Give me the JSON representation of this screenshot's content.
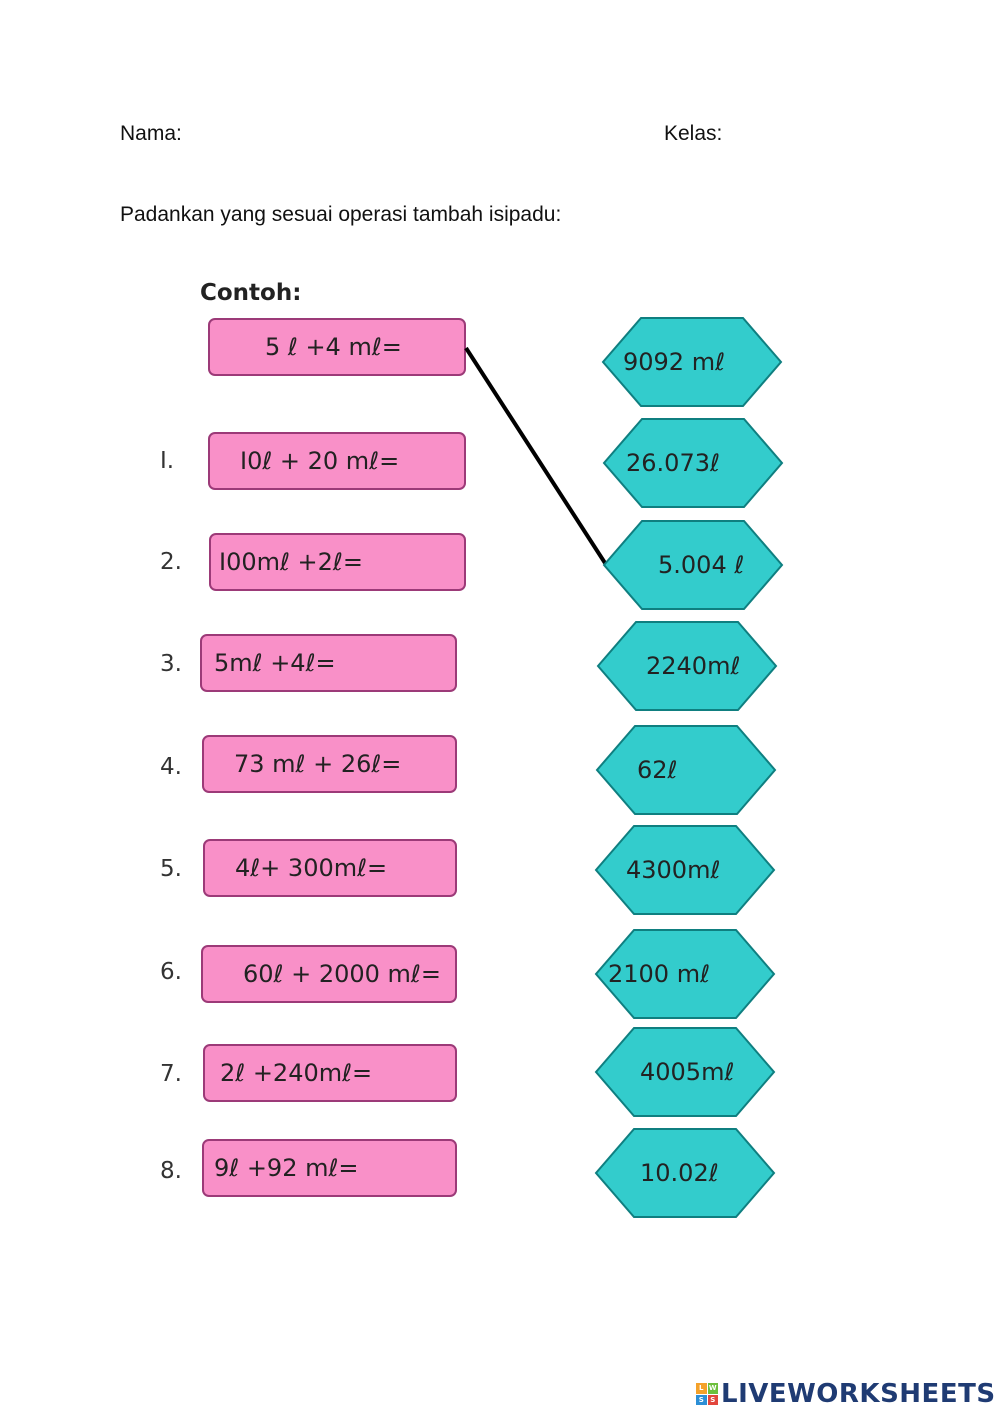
{
  "header": {
    "name_label": "Nama:",
    "class_label": "Kelas:"
  },
  "instruction": "Padankan yang sesuai operasi tambah isipadu:",
  "example_label": "Contoh:",
  "example_question": "5 ℓ +4 mℓ=",
  "questions": [
    {
      "number": "I.",
      "text": "I0ℓ + 20 mℓ="
    },
    {
      "number": "2.",
      "text": "I00mℓ +2ℓ="
    },
    {
      "number": "3.",
      "text": "5mℓ +4ℓ="
    },
    {
      "number": "4.",
      "text": "73 mℓ + 26ℓ="
    },
    {
      "number": "5.",
      "text": "4ℓ+ 300mℓ="
    },
    {
      "number": "6.",
      "text": "60ℓ + 2000 mℓ="
    },
    {
      "number": "7.",
      "text": "2ℓ +240mℓ="
    },
    {
      "number": "8.",
      "text": "9ℓ +92 mℓ="
    }
  ],
  "answers": [
    "9092 mℓ",
    "26.073ℓ",
    "5.004 ℓ",
    "2240mℓ",
    "62ℓ",
    "4300mℓ",
    "2100 mℓ",
    "4005mℓ",
    "10.02ℓ"
  ],
  "logo": {
    "text": "LIVEWORKSHEETS",
    "mark": [
      "L",
      "W",
      "S",
      "S"
    ]
  },
  "colors": {
    "question_box": "#f990c8",
    "question_border": "#9c3a78",
    "answer_hex": "#33cccc",
    "answer_border": "#0f7f80",
    "logo_text": "#1f3b73",
    "match_line": "#000000"
  }
}
